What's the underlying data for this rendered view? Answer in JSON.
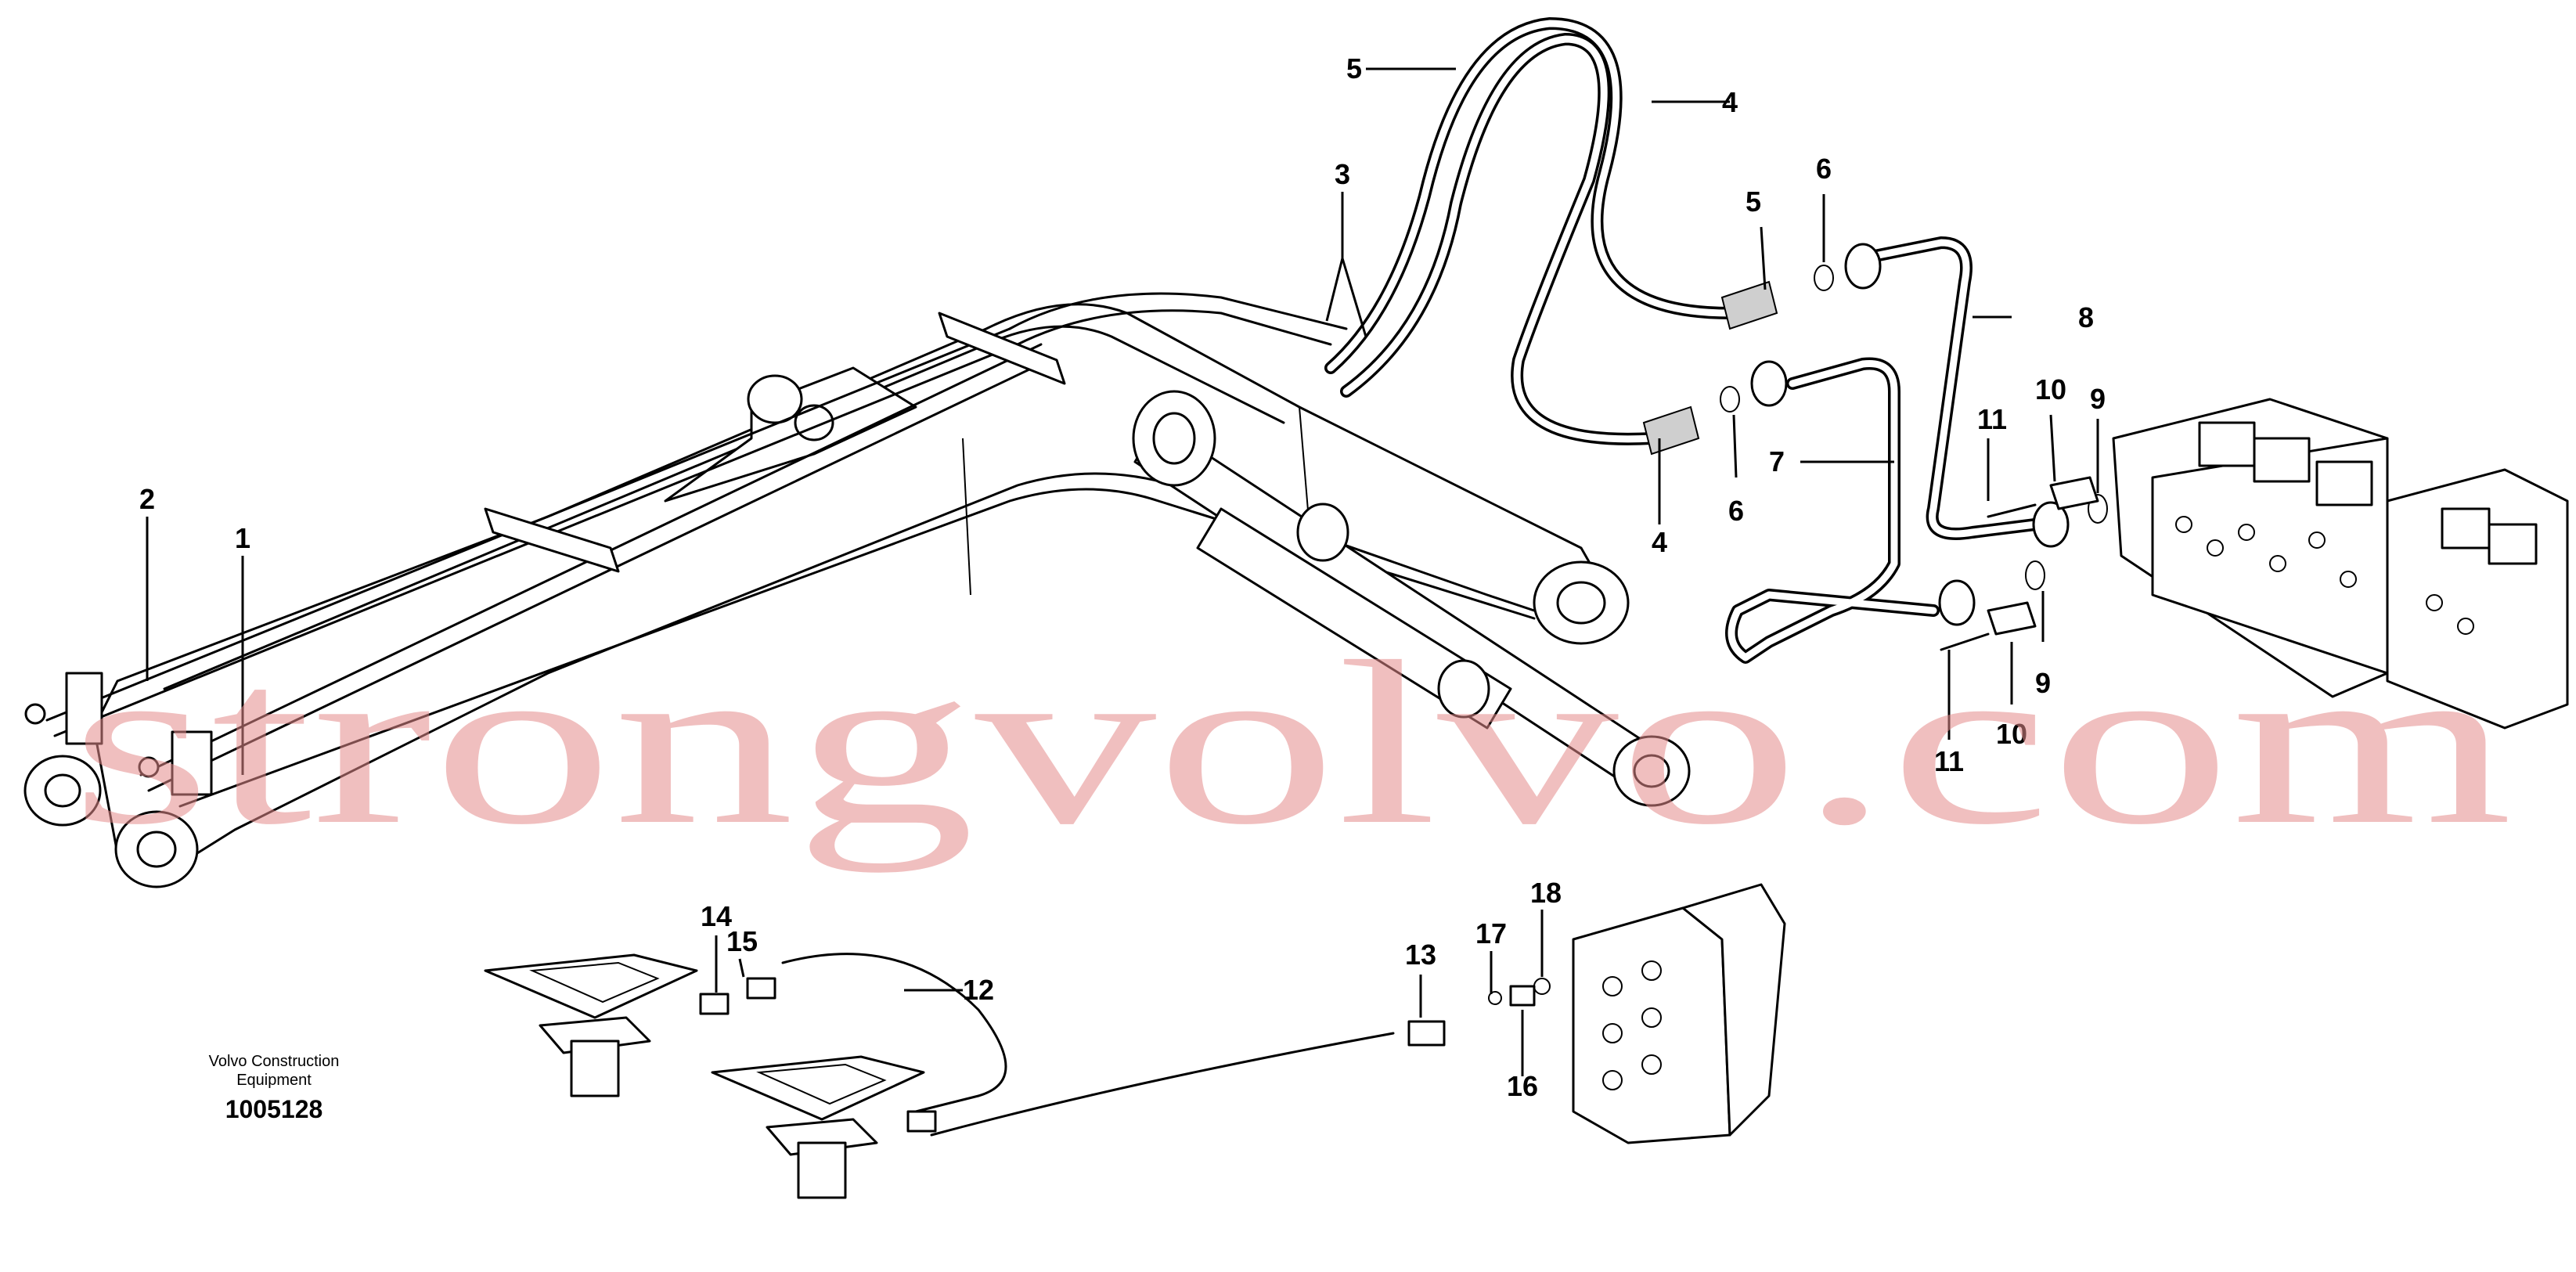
{
  "caption": {
    "line1": "Volvo Construction",
    "line2": "Equipment",
    "code": "1005128"
  },
  "watermark": "strongvolvo.com",
  "callouts": [
    {
      "id": "c1",
      "label": "1"
    },
    {
      "id": "c2",
      "label": "2"
    },
    {
      "id": "c3",
      "label": "3"
    },
    {
      "id": "c4a",
      "label": "4"
    },
    {
      "id": "c4b",
      "label": "4"
    },
    {
      "id": "c5a",
      "label": "5"
    },
    {
      "id": "c5b",
      "label": "5"
    },
    {
      "id": "c6a",
      "label": "6"
    },
    {
      "id": "c6b",
      "label": "6"
    },
    {
      "id": "c7",
      "label": "7"
    },
    {
      "id": "c8",
      "label": "8"
    },
    {
      "id": "c9a",
      "label": "9"
    },
    {
      "id": "c9b",
      "label": "9"
    },
    {
      "id": "c10a",
      "label": "10"
    },
    {
      "id": "c10b",
      "label": "10"
    },
    {
      "id": "c11a",
      "label": "11"
    },
    {
      "id": "c11b",
      "label": "11"
    },
    {
      "id": "c12",
      "label": "12"
    },
    {
      "id": "c13",
      "label": "13"
    },
    {
      "id": "c14",
      "label": "14"
    },
    {
      "id": "c15",
      "label": "15"
    },
    {
      "id": "c16",
      "label": "16"
    },
    {
      "id": "c17",
      "label": "17"
    },
    {
      "id": "c18",
      "label": "18"
    }
  ]
}
